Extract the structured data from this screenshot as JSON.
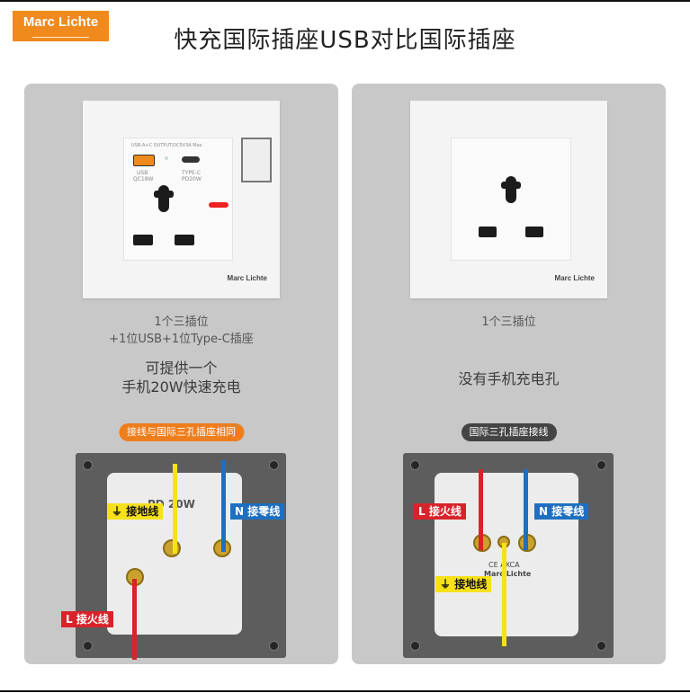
{
  "logo": {
    "text": "Marc Lichte"
  },
  "title": "快充国际插座USB对比国际插座",
  "left": {
    "brand": "Marc Lichte",
    "faceplate": {
      "rating": "USB-A+C OUTPUT:DC5V3A Max",
      "usb_label": "USB",
      "usb_spec": "QC18W",
      "typec_label": "TYPE-C",
      "typec_spec": "PD20W"
    },
    "desc1": [
      "1个三插位",
      "+1位USB+1位Type-C插座"
    ],
    "desc2": [
      "可提供一个",
      "手机20W快速充电"
    ],
    "badge": "接线与国际三孔插座相同",
    "tags": {
      "ground": "接地线",
      "neutral": "N 接零线",
      "live": "L 接火线"
    },
    "back_text": "PD 20W"
  },
  "right": {
    "brand": "Marc Lichte",
    "desc1": [
      "1个三插位"
    ],
    "desc2": [
      "没有手机充电孔"
    ],
    "badge": "国际三孔插座接线",
    "tags": {
      "ground": "接地线",
      "neutral": "N 接零线",
      "live": "L 接火线"
    },
    "back_text1": "CE AXCA",
    "back_text2": "Marc Lichte"
  },
  "colors": {
    "accent": "#ee7d1c",
    "live": "#d9232a",
    "neutral": "#1f6fc0",
    "ground": "#f6e11a",
    "panel": "#c8c8c8"
  }
}
